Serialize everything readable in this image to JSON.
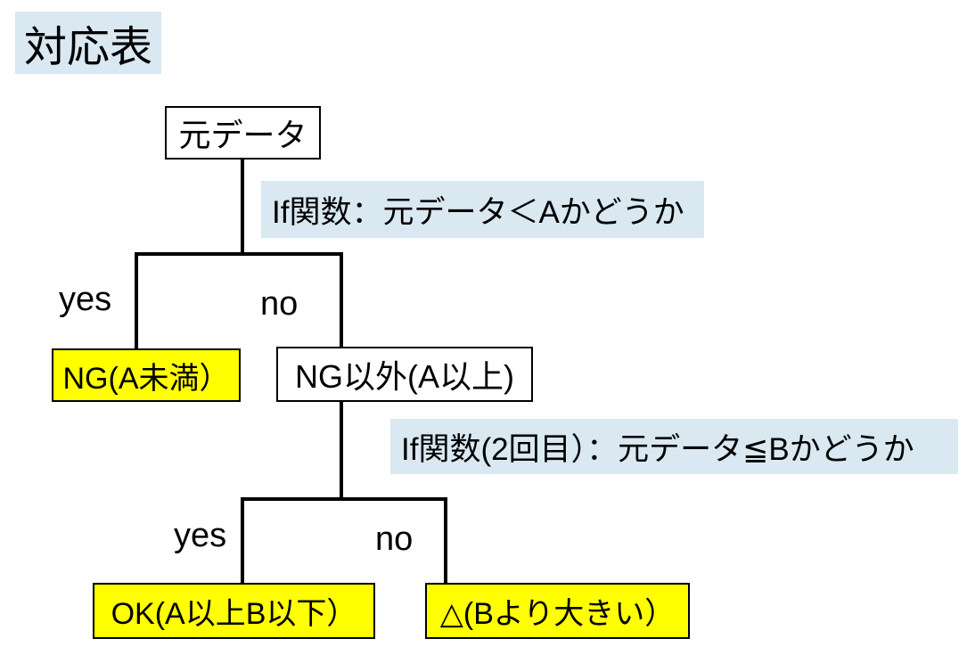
{
  "title": "対応表",
  "colors": {
    "highlight_blue": "#d9e8f1",
    "result_yellow": "#ffff00",
    "line_black": "#000000",
    "background_white": "#ffffff"
  },
  "flowchart": {
    "root": {
      "label": "元データ"
    },
    "decision1": {
      "condition": "If関数：元データ＜Aかどうか",
      "yes_label": "yes",
      "no_label": "no",
      "yes_node": "NG(A未満）",
      "no_node": "NG以外(A以上)"
    },
    "decision2": {
      "condition": "If関数(2回目）：元データ≦Bかどうか",
      "yes_label": "yes",
      "no_label": "no",
      "yes_node": "OK(A以上B以下）",
      "no_node": "△(Bより大きい）"
    }
  }
}
